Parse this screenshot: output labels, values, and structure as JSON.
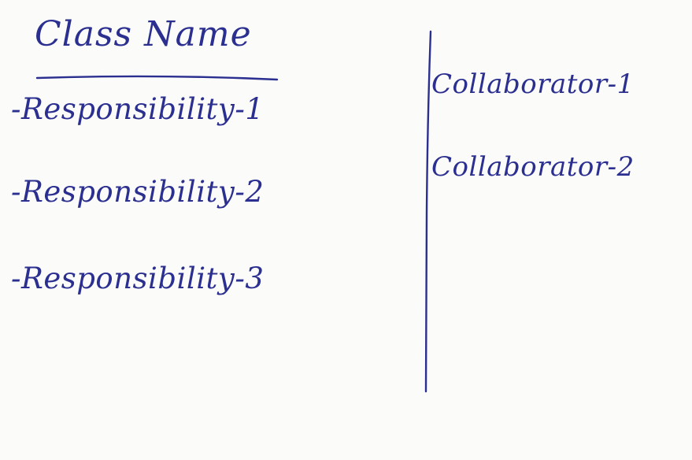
{
  "card": {
    "class_name": "Class Name",
    "responsibilities": [
      "-Responsibility-1",
      "-Responsibility-2",
      "-Responsibility-3"
    ],
    "collaborators": [
      "Collaborator-1",
      "Collaborator-2"
    ]
  },
  "colors": {
    "ink": "#2b2f8f",
    "paper": "#fbfbfa"
  }
}
